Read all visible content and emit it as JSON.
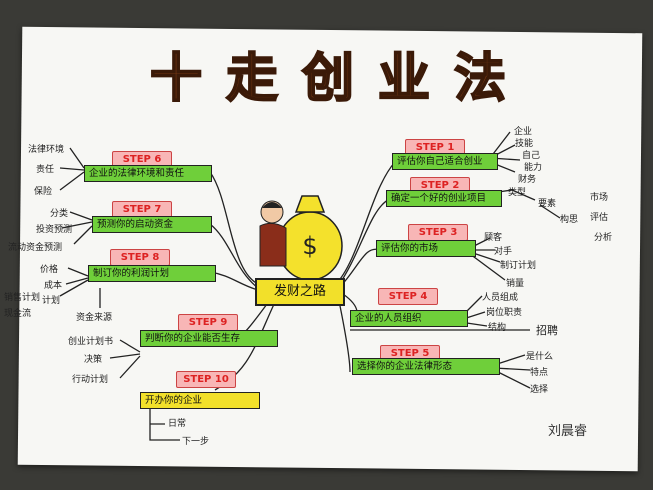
{
  "title": "十走创业法",
  "center": {
    "label": "发财之路"
  },
  "money_bag": {
    "symbol": "$"
  },
  "steps": [
    {
      "tag": "STEP 1",
      "text": "评估你自己适合创业"
    },
    {
      "tag": "STEP 2",
      "text": "确定一个好的创业项目"
    },
    {
      "tag": "STEP 3",
      "text": "评估你的市场"
    },
    {
      "tag": "STEP 4",
      "text": "企业的人员组织"
    },
    {
      "tag": "STEP 5",
      "text": "选择你的企业法律形态"
    },
    {
      "tag": "STEP 6",
      "text": "企业的法律环境和责任"
    },
    {
      "tag": "STEP 7",
      "text": "预测你的启动资金"
    },
    {
      "tag": "STEP 8",
      "text": "制订你的利润计划"
    },
    {
      "tag": "STEP 9",
      "text": "判断你的企业能否生存"
    },
    {
      "tag": "STEP 10",
      "text": "开办你的企业"
    }
  ],
  "notes": {
    "s1": [
      "企业",
      "技能",
      "自己",
      "能力",
      "财务"
    ],
    "s2": [
      "类型",
      "要素",
      "构思"
    ],
    "s2b": [
      "市场",
      "评估",
      "分析"
    ],
    "s3": [
      "顾客",
      "对手",
      "制订计划",
      "销量"
    ],
    "s4": [
      "人员组成",
      "岗位职责",
      "结构",
      "招聘"
    ],
    "s5": [
      "是什么",
      "特点",
      "选择"
    ],
    "s6": [
      "法律环境",
      "责任",
      "保险"
    ],
    "s7": [
      "分类",
      "投资预测",
      "流动资金预测"
    ],
    "s8": [
      "价格",
      "成本",
      "计划"
    ],
    "s8b": [
      "销售计划",
      "现金流"
    ],
    "s9": [
      "创业计划书",
      "决策",
      "行动计划"
    ],
    "s10": [
      "日常",
      "下一步"
    ],
    "capital": "资金来源"
  },
  "signature": "刘晨睿"
}
